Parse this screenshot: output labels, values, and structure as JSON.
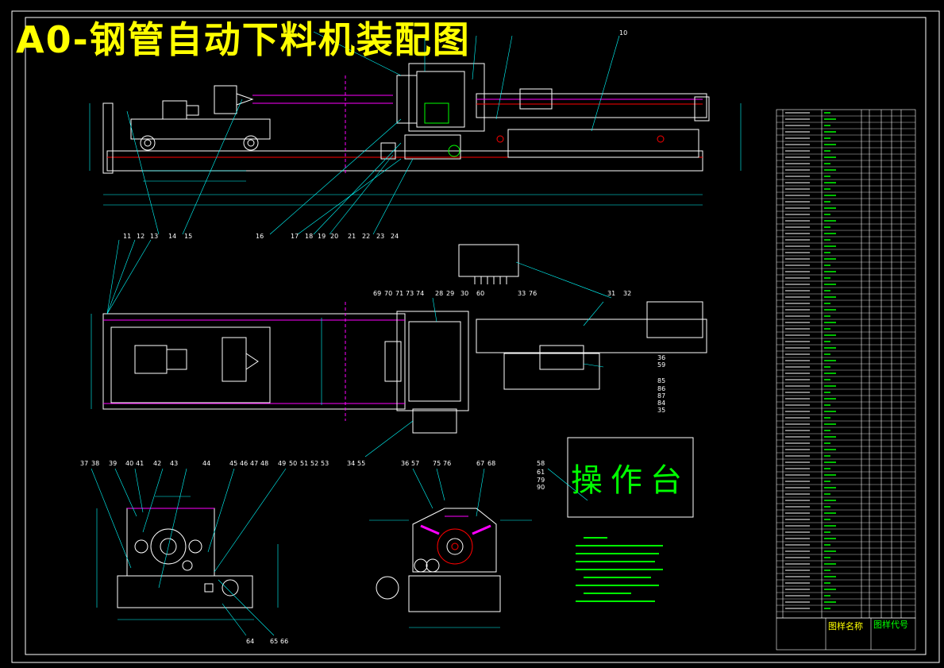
{
  "drawing": {
    "title": "A0-钢管自动下料机装配图",
    "console_label": "操作台",
    "bom_title": "图样名称",
    "bom_code": "图样代号"
  },
  "callouts": {
    "top": [
      "10",
      "16",
      "17",
      "18",
      "19",
      "20",
      "14",
      "15",
      "21",
      "22",
      "23",
      "24"
    ],
    "plan_left": [
      "11",
      "12",
      "13"
    ],
    "plan_mid": [
      "69",
      "70",
      "71",
      "73",
      "74",
      "28",
      "29",
      "30",
      "60",
      "33",
      "76",
      "31",
      "32"
    ],
    "plan_right": [
      "36",
      "59",
      "85",
      "86",
      "87",
      "84",
      "35"
    ],
    "bottom_left": [
      "37",
      "38",
      "39",
      "40",
      "41",
      "42",
      "43",
      "44",
      "45",
      "46",
      "47",
      "48",
      "49",
      "50",
      "51",
      "52",
      "53"
    ],
    "bottom_mid": [
      "34",
      "55",
      "36",
      "57",
      "75",
      "76",
      "67",
      "68"
    ],
    "bottom_tags": [
      "58",
      "61",
      "79",
      "90"
    ],
    "bottom_lower": [
      "64",
      "65",
      "66"
    ]
  },
  "colors": {
    "background": "#000000",
    "frame": "#ffffff",
    "title": "#ffff00",
    "leader": "#00ffff",
    "part": "#ffffff",
    "highlight": "#ff00ff",
    "console": "#00ff00",
    "red": "#ff0000"
  }
}
